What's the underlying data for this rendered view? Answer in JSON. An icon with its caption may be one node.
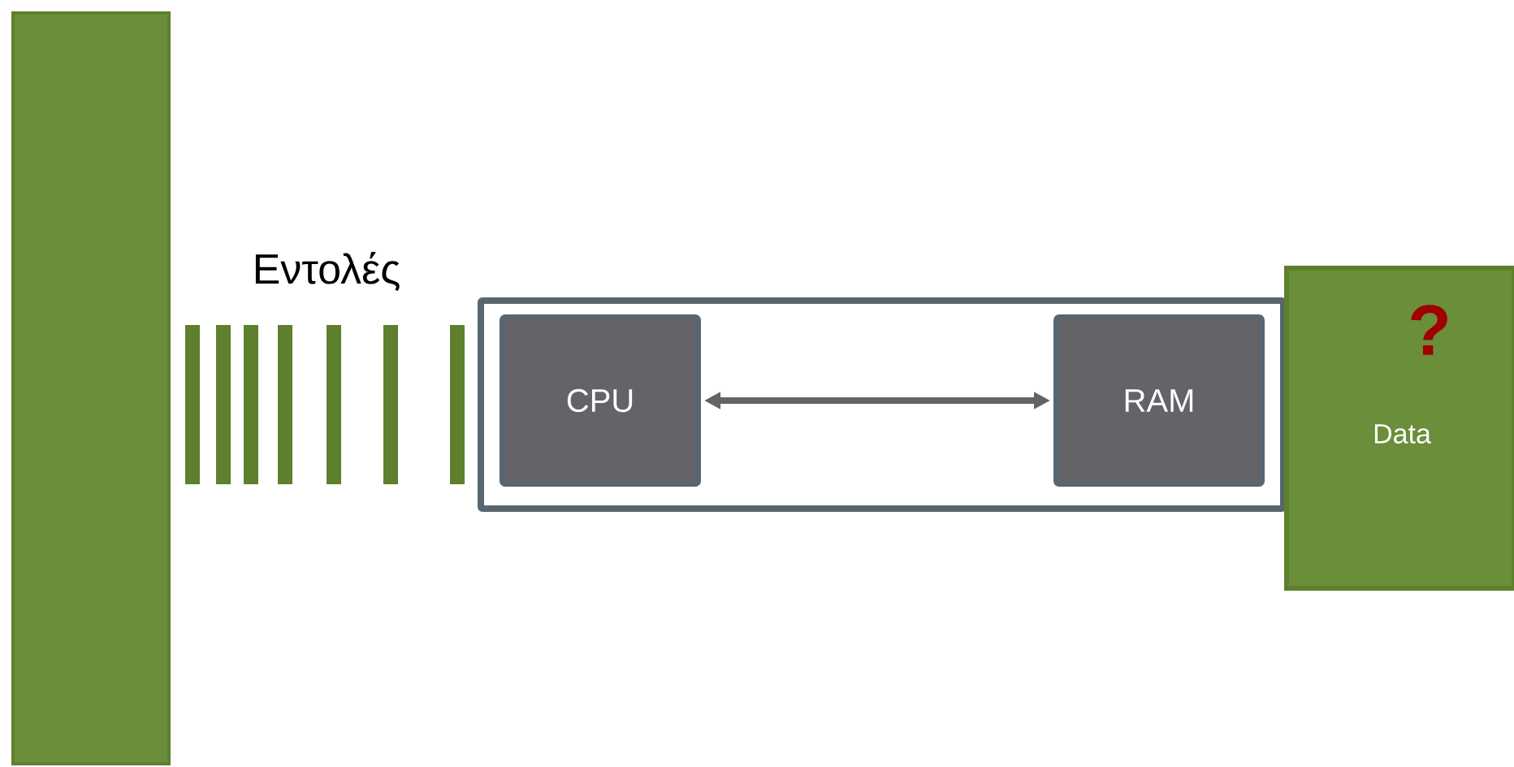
{
  "diagram": {
    "nodes": [
      {
        "text": [],
        "shape": "bar"
      },
      {
        "text": [],
        "shape": "box"
      },
      {
        "text": [
          "CPU"
        ],
        "in": 1
      },
      {
        "text": [
          "RAM"
        ],
        "in": 1
      },
      {
        "text": [
          "?",
          "Data"
        ]
      }
    ],
    "edges": [
      {
        "from": 2,
        "to": 3,
        "arrow": "both"
      }
    ],
    "labels": [
      "Εντολές"
    ]
  }
}
